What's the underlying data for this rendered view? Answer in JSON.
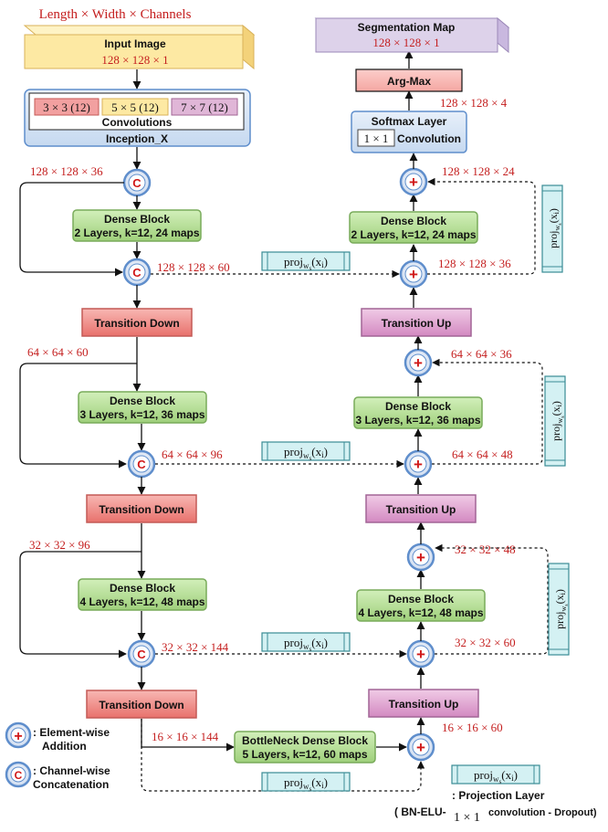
{
  "header_dims": "Length × Width × Channels",
  "input": {
    "title": "Input Image",
    "dims": "128 × 128 × 1"
  },
  "inception": {
    "k3": "3 × 3 (12)",
    "k5": "5 × 5 (12)",
    "k7": "7 × 7 (12)",
    "conv": "Convolutions",
    "name": "Inception_X"
  },
  "enc": {
    "d1_in": "128 × 128 × 36",
    "db1_t": "Dense Block",
    "db1_s": "2 Layers, k=12, 24 maps",
    "d1_out": "128 × 128 × 60",
    "td1": "Transition Down",
    "d2_in": "64 × 64 × 60",
    "db2_t": "Dense Block",
    "db2_s": "3 Layers, k=12, 36 maps",
    "d2_out": "64 × 64 × 96",
    "td2": "Transition Down",
    "d3_in": "32 × 32 × 96",
    "db3_t": "Dense Block",
    "db3_s": "4 Layers, k=12, 48 maps",
    "d3_out": "32 × 32 × 144",
    "td3": "Transition Down"
  },
  "bottleneck": {
    "dims": "16 × 16 × 144",
    "title": "BottleNeck Dense Block",
    "sub": "5 Layers, k=12, 60 maps",
    "up_dims": "16 × 16 × 60"
  },
  "dec": {
    "tu3": "Transition Up",
    "u3_add": "32 × 32 × 60",
    "db3_t": "Dense Block",
    "db3_s": "4 Layers, k=12, 48 maps",
    "u3_out": "32 × 32 × 48",
    "tu2": "Transition Up",
    "u2_add": "64 × 64 × 48",
    "db2_t": "Dense Block",
    "db2_s": "3 Layers, k=12, 36 maps",
    "u2_out": "64 × 64 × 36",
    "tu1": "Transition Up",
    "u1_add": "128 × 128 × 36",
    "db1_t": "Dense Block",
    "db1_s": "2 Layers, k=12, 24 maps",
    "u1_out": "128 × 128 × 24",
    "softmax": "Softmax Layer",
    "one_by_one": "1 × 1",
    "conv": "Convolution",
    "softmax_dims": "128 × 128 × 4",
    "argmax": "Arg-Max",
    "seg_title": "Segmentation Map",
    "seg_dims": "128 × 128 × 1"
  },
  "proj": {
    "base": "proj",
    "sub": "w",
    "subsub": "s",
    "arg": "(x",
    "argsub": "i",
    "close": ")"
  },
  "legend": {
    "plus": "+",
    "c": "C",
    "add1": ": Element-wise",
    "add2": "Addition",
    "cat1": ": Channel-wise",
    "cat2": "Concatenation",
    "proj1": ": Projection Layer",
    "proj2a": "( BN-ELU-",
    "proj2b": "1 × 1",
    "proj2c": "convolution - Dropout)"
  },
  "colors": {
    "red_text": "#c41e1e",
    "green_fill": "#b6dd98",
    "green_stroke": "#79ab5a",
    "td_fill": "#f08f8b",
    "td_stroke": "#c45a56",
    "tu_fill": "#e3a9d2",
    "tu_stroke": "#a26596",
    "blue_fill": "#d9e6f5",
    "blue_stroke": "#5f8ecc",
    "teal_fill": "#d4f1f3",
    "teal_stroke": "#3a8c95",
    "yellow": "#fde9a3",
    "purple": "#ddd2ea"
  }
}
